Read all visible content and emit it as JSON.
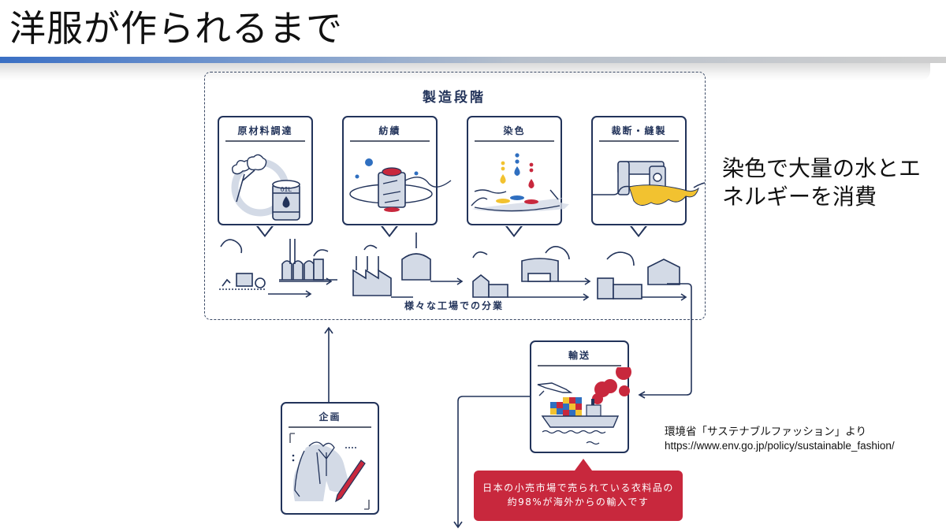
{
  "slide": {
    "title": "洋服が作られるまで"
  },
  "diagram": {
    "manufacturing_stage_title": "製造段階",
    "stages": [
      {
        "label": "原材料調達",
        "icon": "cotton-and-oil-barrel-icon",
        "barrel_text": "OIL"
      },
      {
        "label": "紡績",
        "icon": "spinning-bobbin-icon"
      },
      {
        "label": "染色",
        "icon": "dye-drops-icon"
      },
      {
        "label": "裁断・縫製",
        "icon": "sewing-machine-icon"
      }
    ],
    "factories_caption": "様々な工場での分業",
    "planning": {
      "label": "企画",
      "icon": "hoodie-design-pencil-icon"
    },
    "transport": {
      "label": "輸送",
      "icon": "cargo-ship-airplane-icon"
    },
    "import_note": {
      "line1": "日本の小売市場で売られている衣料品の",
      "line2": "約98%が海外からの輸入です"
    }
  },
  "callout": {
    "line1": "染色で大量の水とエ",
    "line2": "ネルギーを消費"
  },
  "source": {
    "line1": "環境省「サステナブルファッション」より",
    "url": "https://www.env.go.jp/policy/sustainable_fashion/"
  },
  "colors": {
    "navy": "#22335a",
    "accent_red": "#c8283d",
    "fill_gray_blue": "#d3dae6",
    "yellow": "#f2c230",
    "blue": "#2f6fc0",
    "title_bar_blue": "#3a6fc4"
  }
}
